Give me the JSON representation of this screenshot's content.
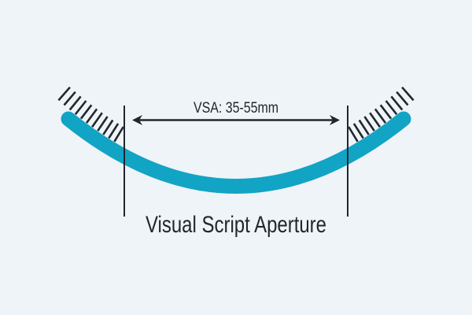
{
  "diagram": {
    "measurement_label": "VSA: 35-55mm",
    "caption": "Visual Script Aperture",
    "vsa_min_mm": 35,
    "vsa_max_mm": 55
  },
  "colors": {
    "background": "#eff4f8",
    "curve_teal": "#12a4c4",
    "ink": "#22262e"
  }
}
